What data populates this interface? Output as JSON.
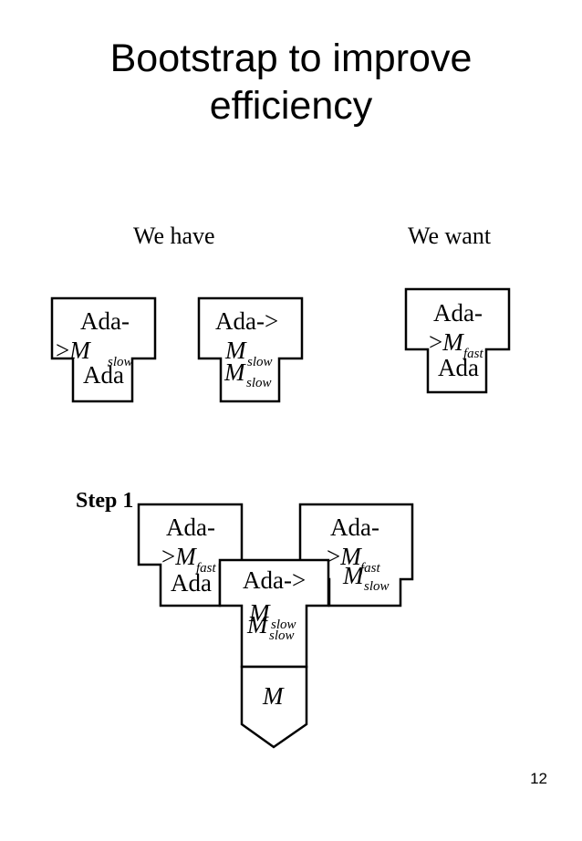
{
  "title": {
    "line1": "Bootstrap to improve",
    "line2": "efficiency"
  },
  "have_label": "We have",
  "want_label": "We want",
  "step_label": "Step 1",
  "page_number": "12",
  "t_shape_source": "Ada-",
  "t_shape_arrow": ">",
  "t_shape_source_arrow": "Ada->",
  "t_shape_impl": "Ada",
  "target_symbol": "M",
  "sub_slow": "slow",
  "sub_fast": "fast",
  "machine_label": "M"
}
